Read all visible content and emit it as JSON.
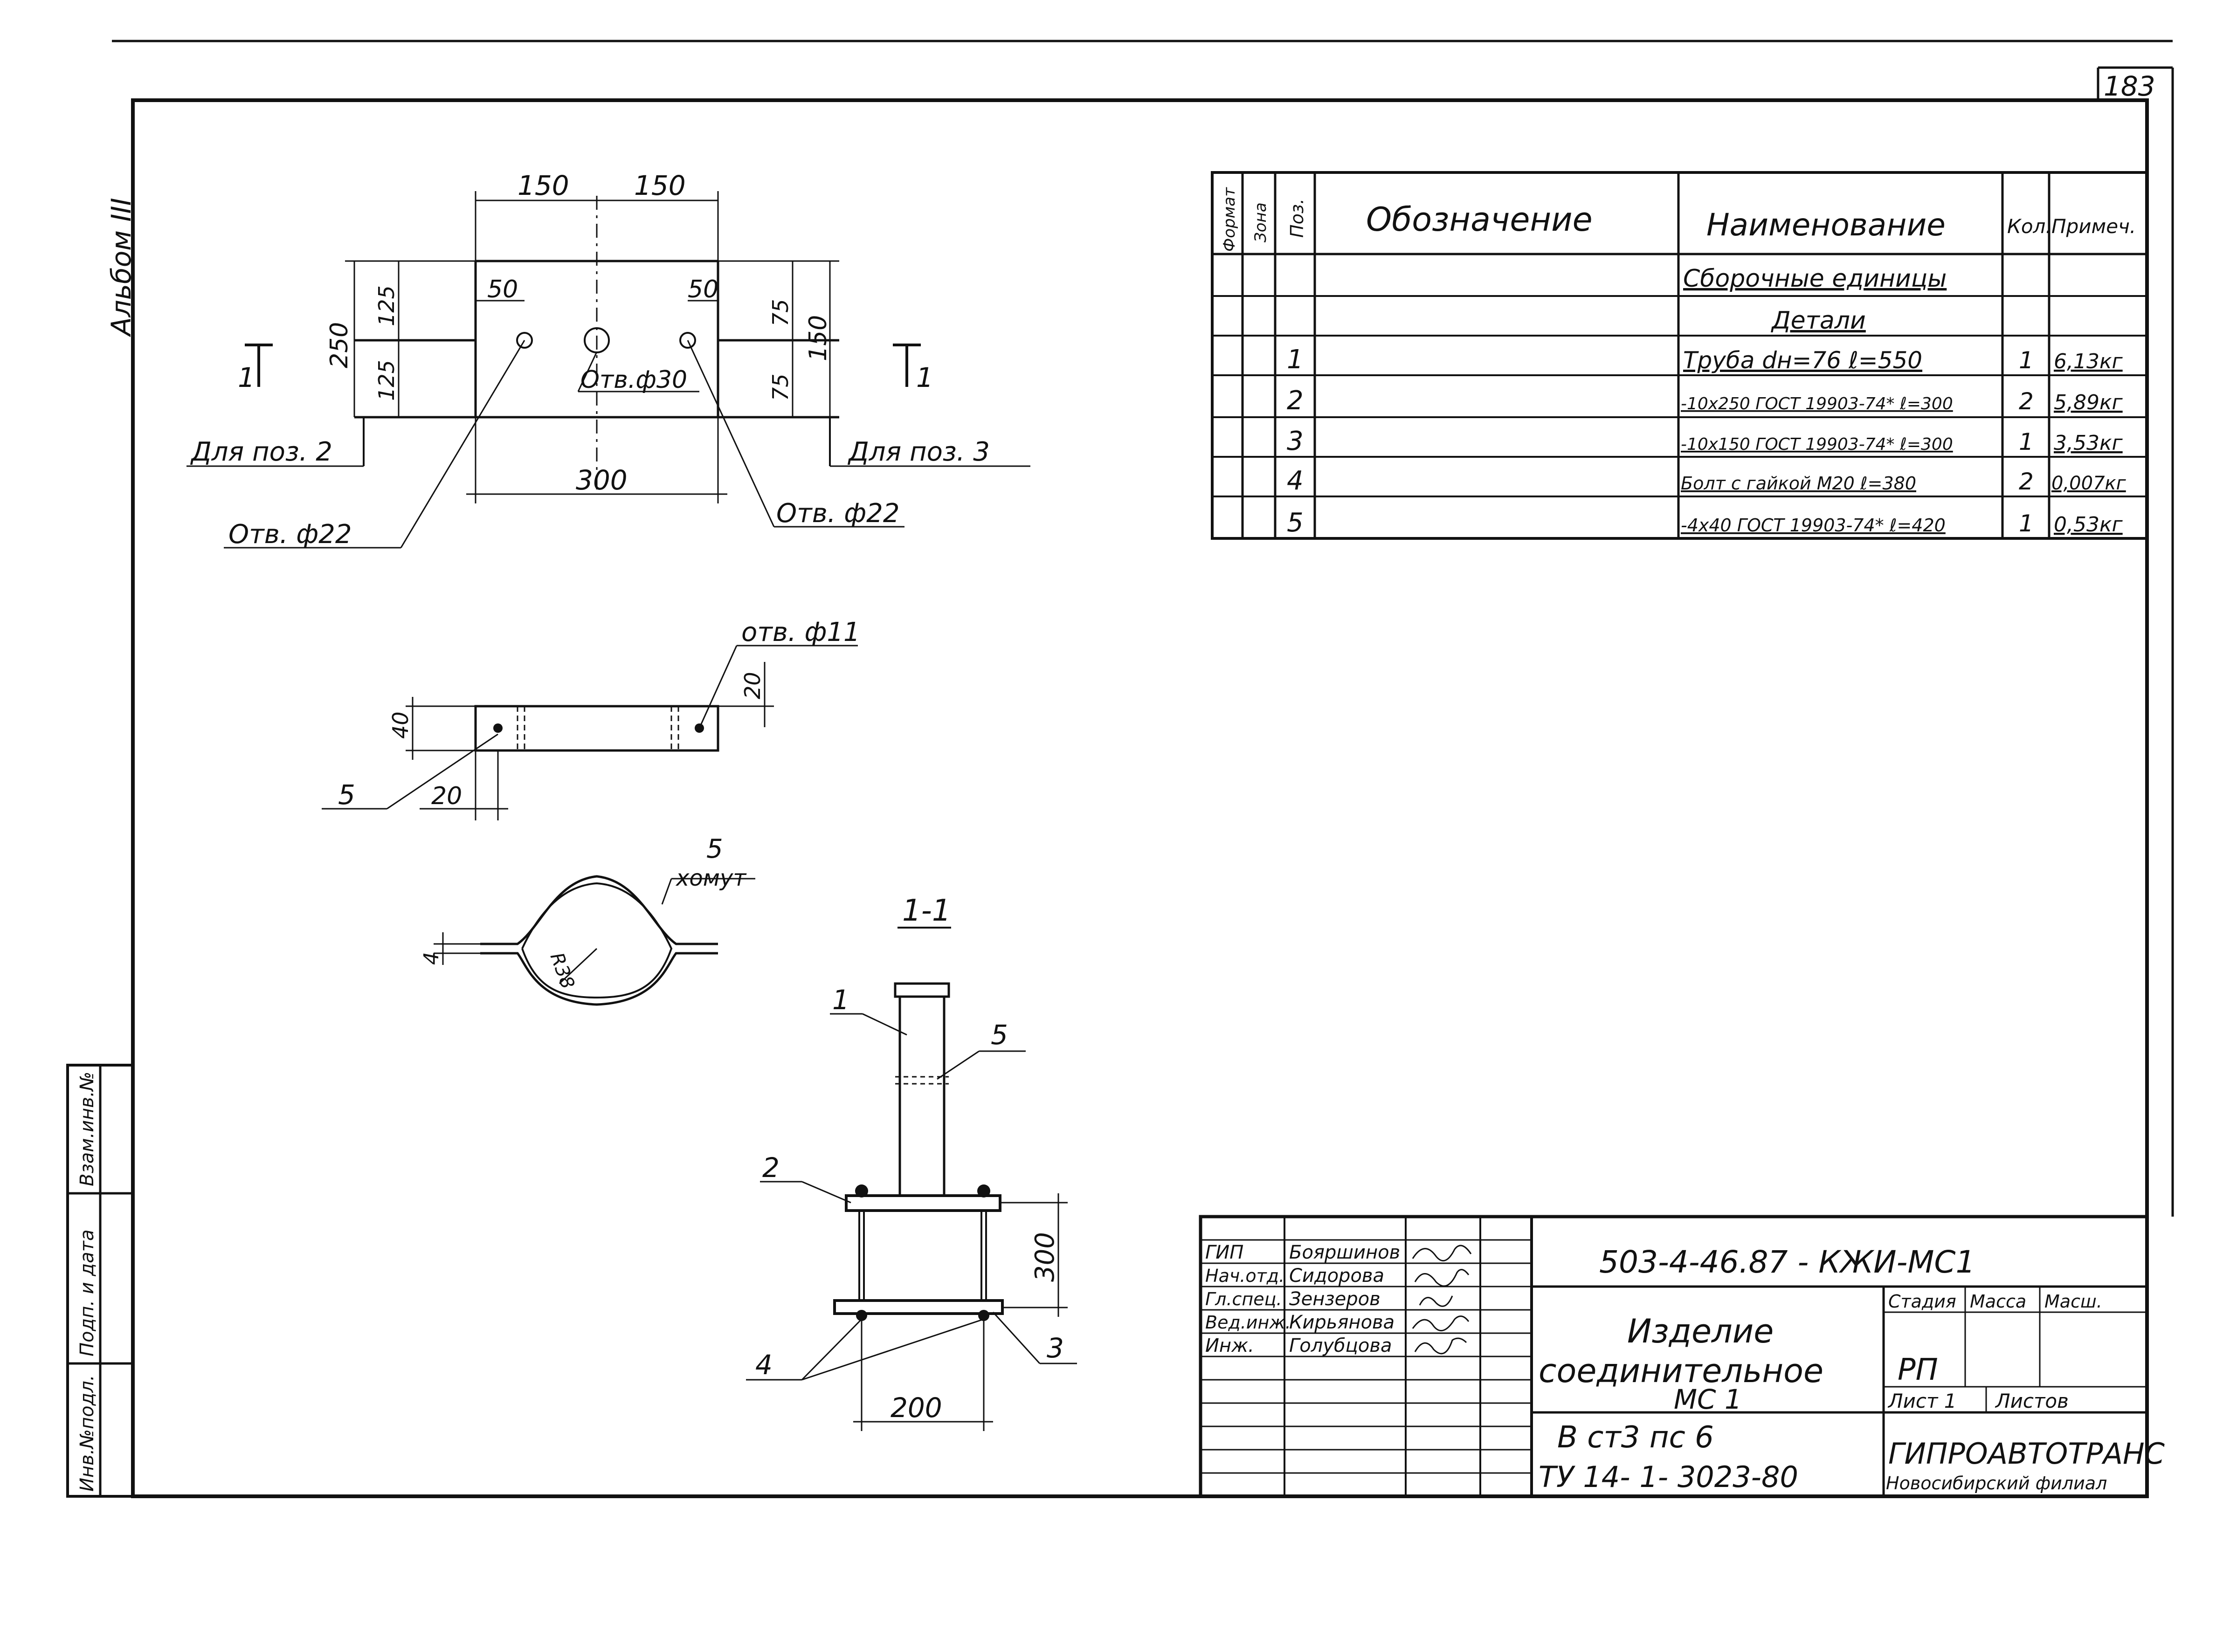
{
  "sheet_number": "183",
  "album_label": "Альбом III",
  "side_stamp": [
    "Инв.№подл.",
    "Подп. и дата",
    "Взам.инв.№"
  ],
  "plate_view": {
    "dim_left_150": "150",
    "dim_right_150": "150",
    "dim_250": "250",
    "dim_125_top": "125",
    "dim_125_bottom": "125",
    "dim_75_top": "75",
    "dim_75_bottom": "75",
    "dim_150_right": "150",
    "dim_50_left": "50",
    "dim_50_right": "50",
    "dim_300": "300",
    "hole_center_label": "Отв.ф30",
    "hole_left_label": "Отв. ф22",
    "hole_right_label": "Отв. ф22",
    "pos2_label": "Для поз. 2",
    "pos3_label": "Для поз. 3",
    "section_left_mark": "1",
    "section_right_mark": "1"
  },
  "strap_view": {
    "hole_label": "отв. ф11",
    "dim_40": "40",
    "dim_20_right": "20",
    "dim_20_bottom": "20",
    "pos_label": "5"
  },
  "clamp_view": {
    "pos_label": "5",
    "name_label": "хомут",
    "dim_4": "4",
    "dim_r38": "R38"
  },
  "section_view": {
    "title": "1-1",
    "label_1": "1",
    "label_5": "5",
    "label_2": "2",
    "label_3": "3",
    "label_4": "4",
    "dim_300": "300",
    "dim_200": "200"
  },
  "spec_table": {
    "headers": [
      "Формат",
      "Зона",
      "Поз.",
      "Обозначение",
      "Наименование",
      "Кол.",
      "Примеч."
    ],
    "section_rows": [
      "Сборочные единицы",
      "Детали"
    ],
    "rows": [
      {
        "pos": "1",
        "name": "Труба dн=76   ℓ=550",
        "qty": "1",
        "note": "6,13кг"
      },
      {
        "pos": "2",
        "name": "-10х250 ГОСТ 19903-74* ℓ=300",
        "qty": "2",
        "note": "5,89кг"
      },
      {
        "pos": "3",
        "name": "-10х150 ГОСТ 19903-74* ℓ=300",
        "qty": "1",
        "note": "3,53кг"
      },
      {
        "pos": "4",
        "name": "Болт с гайкой М20 ℓ=380",
        "qty": "2",
        "note": "0,007кг"
      },
      {
        "pos": "5",
        "name": "-4х40 ГОСТ 19903-74* ℓ=420",
        "qty": "1",
        "note": "0,53кг"
      }
    ]
  },
  "title_block": {
    "doc_code": "503-4-46.87 - КЖИ-МС1",
    "item_name_lines": [
      "Изделие",
      "соединительное",
      "МС 1"
    ],
    "material_lines": [
      "В ст3 пс 6",
      "ТУ 14- 1- 3023-80"
    ],
    "stage_header": "Стадия",
    "mass_header": "Масса",
    "scale_header": "Масш.",
    "stage_value": "РП",
    "sheet_label": "Лист 1",
    "sheets_label": "Листов",
    "org_name": "ГИПРОАВТОТРАНС",
    "org_branch": "Новосибирский филиал",
    "people": [
      {
        "role": "ГИП",
        "name": "Бояршинов"
      },
      {
        "role": "Нач.отд.",
        "name": "Сидорова"
      },
      {
        "role": "Гл.спец.",
        "name": "Зензеров"
      },
      {
        "role": "Вед.инж.",
        "name": "Кирьянова"
      },
      {
        "role": "Инж.",
        "name": "Голубцова"
      }
    ]
  }
}
